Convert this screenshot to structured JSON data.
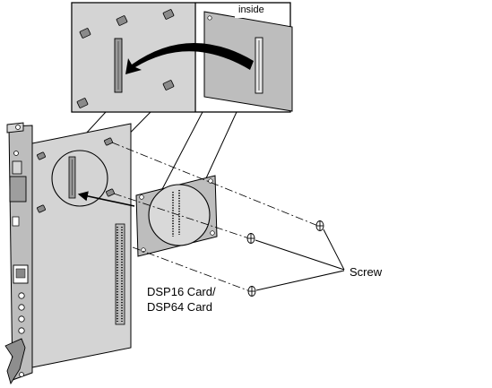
{
  "labels": {
    "inside": "inside",
    "screw": "Screw",
    "card_line1": "DSP16 Card/",
    "card_line2": "DSP64 Card"
  },
  "colors": {
    "board": "#d4d4d4",
    "panel": "#bdbdbd",
    "line": "#000000",
    "inset_bg": "#ffffff"
  }
}
